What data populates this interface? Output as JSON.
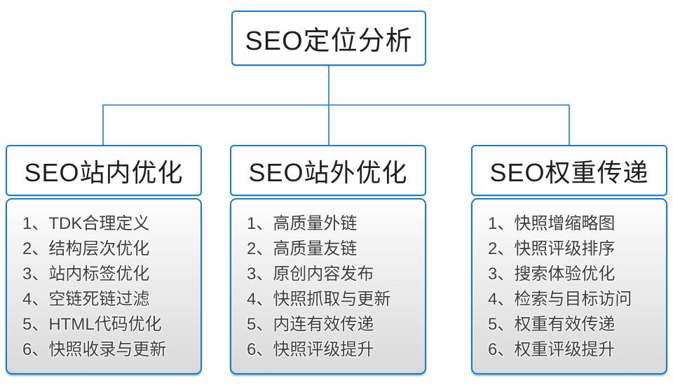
{
  "diagram": {
    "root": {
      "label": "SEO定位分析"
    },
    "columns": [
      {
        "title": "SEO站内优化",
        "items": [
          "1、TDK合理定义",
          "2、结构层次优化",
          "3、站内标签优化",
          "4、空链死链过滤",
          "5、HTML代码优化",
          "6、快照收录与更新"
        ]
      },
      {
        "title": "SEO站外优化",
        "items": [
          "1、高质量外链",
          "2、高质量友链",
          "3、原创内容发布",
          "4、快照抓取与更新",
          "5、内连有效传递",
          "6、快照评级提升"
        ]
      },
      {
        "title": "SEO权重传递",
        "items": [
          "1、快照增缩略图",
          "2、快照评级排序",
          "3、搜索体验优化",
          "4、检索与目标访问",
          "5、权重有效传递",
          "6、权重评级提升"
        ]
      }
    ],
    "colors": {
      "accent_border": "#1a7cc8",
      "header_text": "#1f1f1f",
      "list_text": "#3d3d3d",
      "list_gradient_top": "#fefefe",
      "list_gradient_bottom": "#dadada",
      "background": "#ffffff"
    }
  }
}
